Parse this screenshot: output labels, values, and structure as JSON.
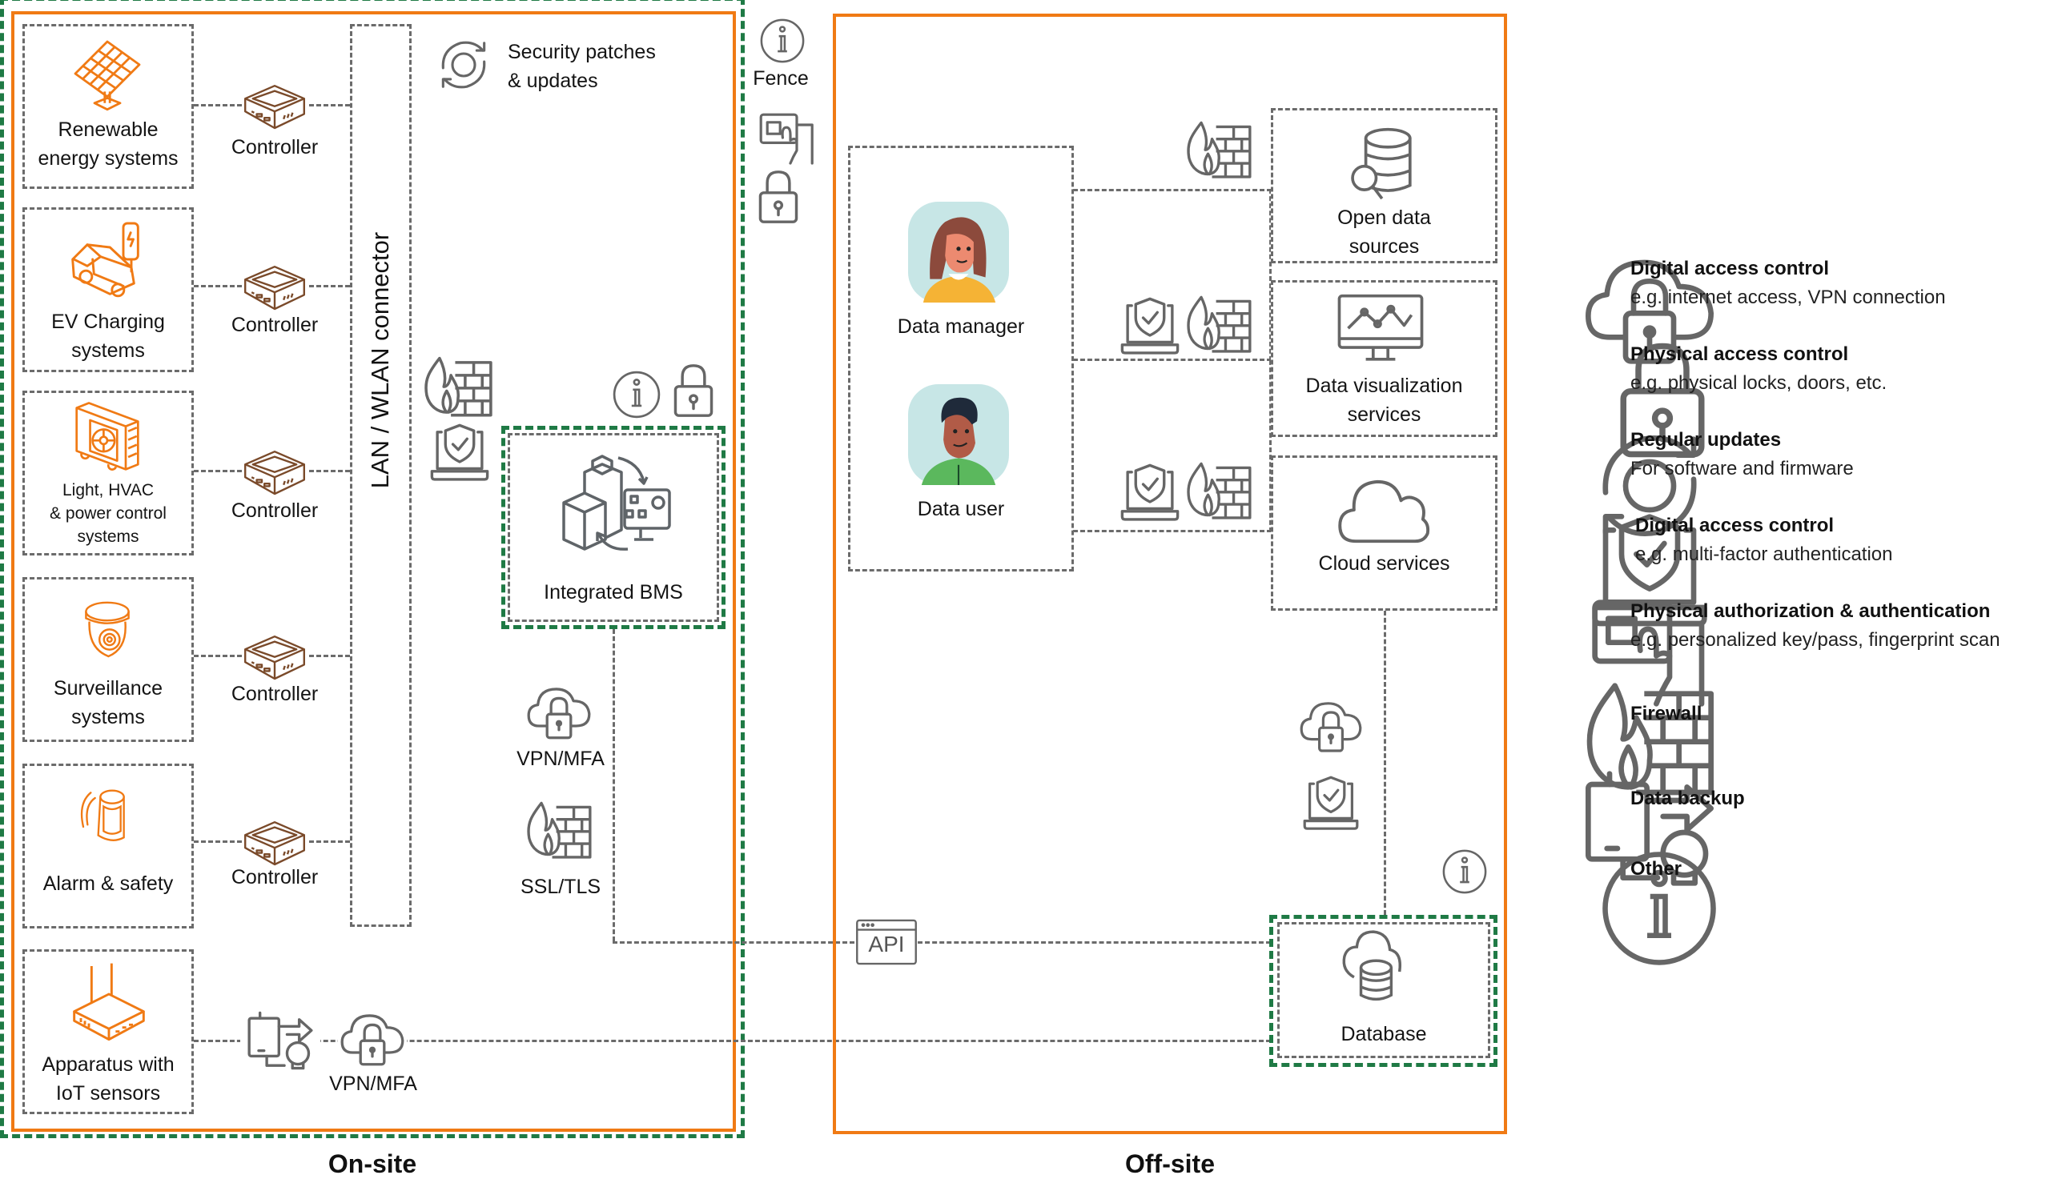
{
  "sections": {
    "onsite_label": "On-site",
    "offsite_label": "Off-site"
  },
  "colors": {
    "onsite_boundary_green": "#1f7a45",
    "site_border_orange": "#f07a14",
    "device_icon_orange": "#f07a14",
    "controller_brown": "#7a4a2a",
    "line_gray": "#6b6b6b",
    "avatar_bg": "#c7e6e6"
  },
  "onsite": {
    "devices": [
      {
        "label": "Renewable energy systems",
        "icon": "solar-panel-icon"
      },
      {
        "label": "EV Charging systems",
        "icon": "ev-charger-icon"
      },
      {
        "label": "Light, HVAC & power control systems",
        "icon": "hvac-unit-icon"
      },
      {
        "label": "Surveillance systems",
        "icon": "dome-camera-icon"
      },
      {
        "label": "Alarm & safety",
        "icon": "motion-sensor-icon"
      },
      {
        "label": "Apparatus with IoT sensors",
        "icon": "iot-router-icon"
      }
    ],
    "device_lines": [
      [
        "Renewable",
        "energy systems"
      ],
      [
        "EV Charging",
        "systems"
      ],
      [
        "Light, HVAC",
        "& power control",
        "systems"
      ],
      [
        "Surveillance",
        "systems"
      ],
      [
        "Alarm & safety"
      ],
      [
        "Apparatus with",
        "IoT sensors"
      ]
    ],
    "controller_label": "Controller",
    "lan_label": "LAN / WLAN connector",
    "security_patches": [
      "Security patches",
      "& updates"
    ],
    "bms_label": "Integrated BMS",
    "vpn_mfa_label": "VPN/MFA",
    "ssl_tls_label": "SSL/TLS",
    "vpn_mfa_bottom_label": "VPN/MFA"
  },
  "fence": {
    "label": "Fence"
  },
  "offsite": {
    "personas": [
      {
        "label": "Data manager"
      },
      {
        "label": "Data user"
      }
    ],
    "services": [
      {
        "lines": [
          "Open data",
          "sources"
        ]
      },
      {
        "lines": [
          "Data visualization",
          "services"
        ]
      },
      {
        "lines": [
          "Cloud services"
        ]
      }
    ],
    "api_label": "API",
    "database_label": "Database"
  },
  "legend": [
    {
      "icon": "cloud-lock-icon",
      "title": "Digital access control",
      "desc": "e.g. internet access, VPN connection"
    },
    {
      "icon": "padlock-icon",
      "title": "Physical access control",
      "desc": "e.g. physical locks, doors, etc."
    },
    {
      "icon": "refresh-icon",
      "title": "Regular updates",
      "desc": "For software and firmware"
    },
    {
      "icon": "laptop-shield-icon",
      "title": "Digital access control",
      "desc": "e.g. multi-factor authentication"
    },
    {
      "icon": "keycard-touch-icon",
      "title": "Physical authorization & authentication",
      "desc": "e.g. personalized key/pass, fingerprint scan"
    },
    {
      "icon": "firewall-icon",
      "title": "Firewall",
      "desc": ""
    },
    {
      "icon": "data-backup-icon",
      "title": "Data backup",
      "desc": ""
    },
    {
      "icon": "info-icon",
      "title": "Other",
      "desc": ""
    }
  ]
}
